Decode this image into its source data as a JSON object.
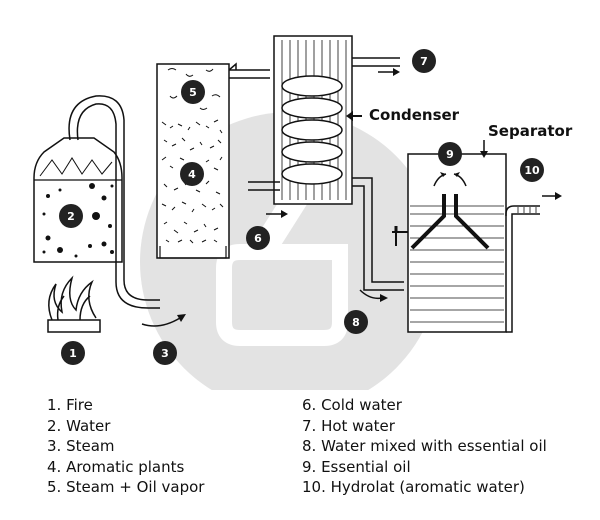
{
  "callouts": {
    "condenser": "Condenser",
    "separator": "Separator"
  },
  "markers": [
    "1",
    "2",
    "3",
    "4",
    "5",
    "6",
    "7",
    "8",
    "9",
    "10"
  ],
  "legend": {
    "left": [
      "1. Fire",
      "2. Water",
      "3. Steam",
      "4. Aromatic plants",
      "5. Steam + Oil vapor"
    ],
    "right": [
      "6. Cold water",
      "7. Hot water",
      "8. Water mixed with essential oil",
      "9. Essential oil",
      "10. Hydrolat (aromatic water)"
    ]
  },
  "colors": {
    "ink": "#111111",
    "watermark": "#e3e3e3",
    "marker_fill": "#222222"
  }
}
